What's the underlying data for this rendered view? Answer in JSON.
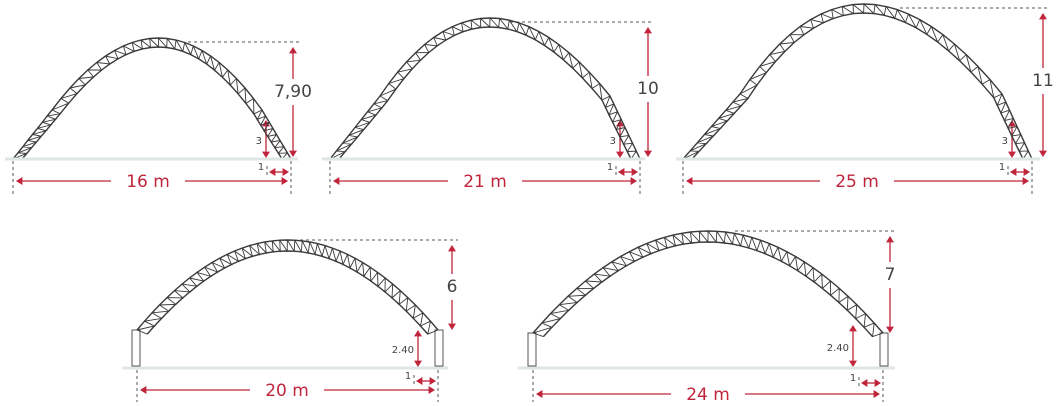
{
  "colors": {
    "dimension": "#c0253b",
    "truss": "#3a3a3a",
    "ground": "#dfe6e4"
  },
  "diagrams": [
    {
      "id": "arch-16",
      "span_label": "16 m",
      "height_label": "7,90",
      "side_label": "3",
      "offset_label": "1",
      "pillars": false
    },
    {
      "id": "arch-21",
      "span_label": "21 m",
      "height_label": "10",
      "side_label": "3",
      "offset_label": "1",
      "pillars": false
    },
    {
      "id": "arch-25",
      "span_label": "25 m",
      "height_label": "11",
      "side_label": "3",
      "offset_label": "1",
      "pillars": false
    },
    {
      "id": "arch-20",
      "span_label": "20 m",
      "height_label": "6",
      "side_label": "2.40",
      "offset_label": "1",
      "pillars": true
    },
    {
      "id": "arch-24",
      "span_label": "24 m",
      "height_label": "7",
      "side_label": "2.40",
      "offset_label": "1",
      "pillars": true
    }
  ]
}
